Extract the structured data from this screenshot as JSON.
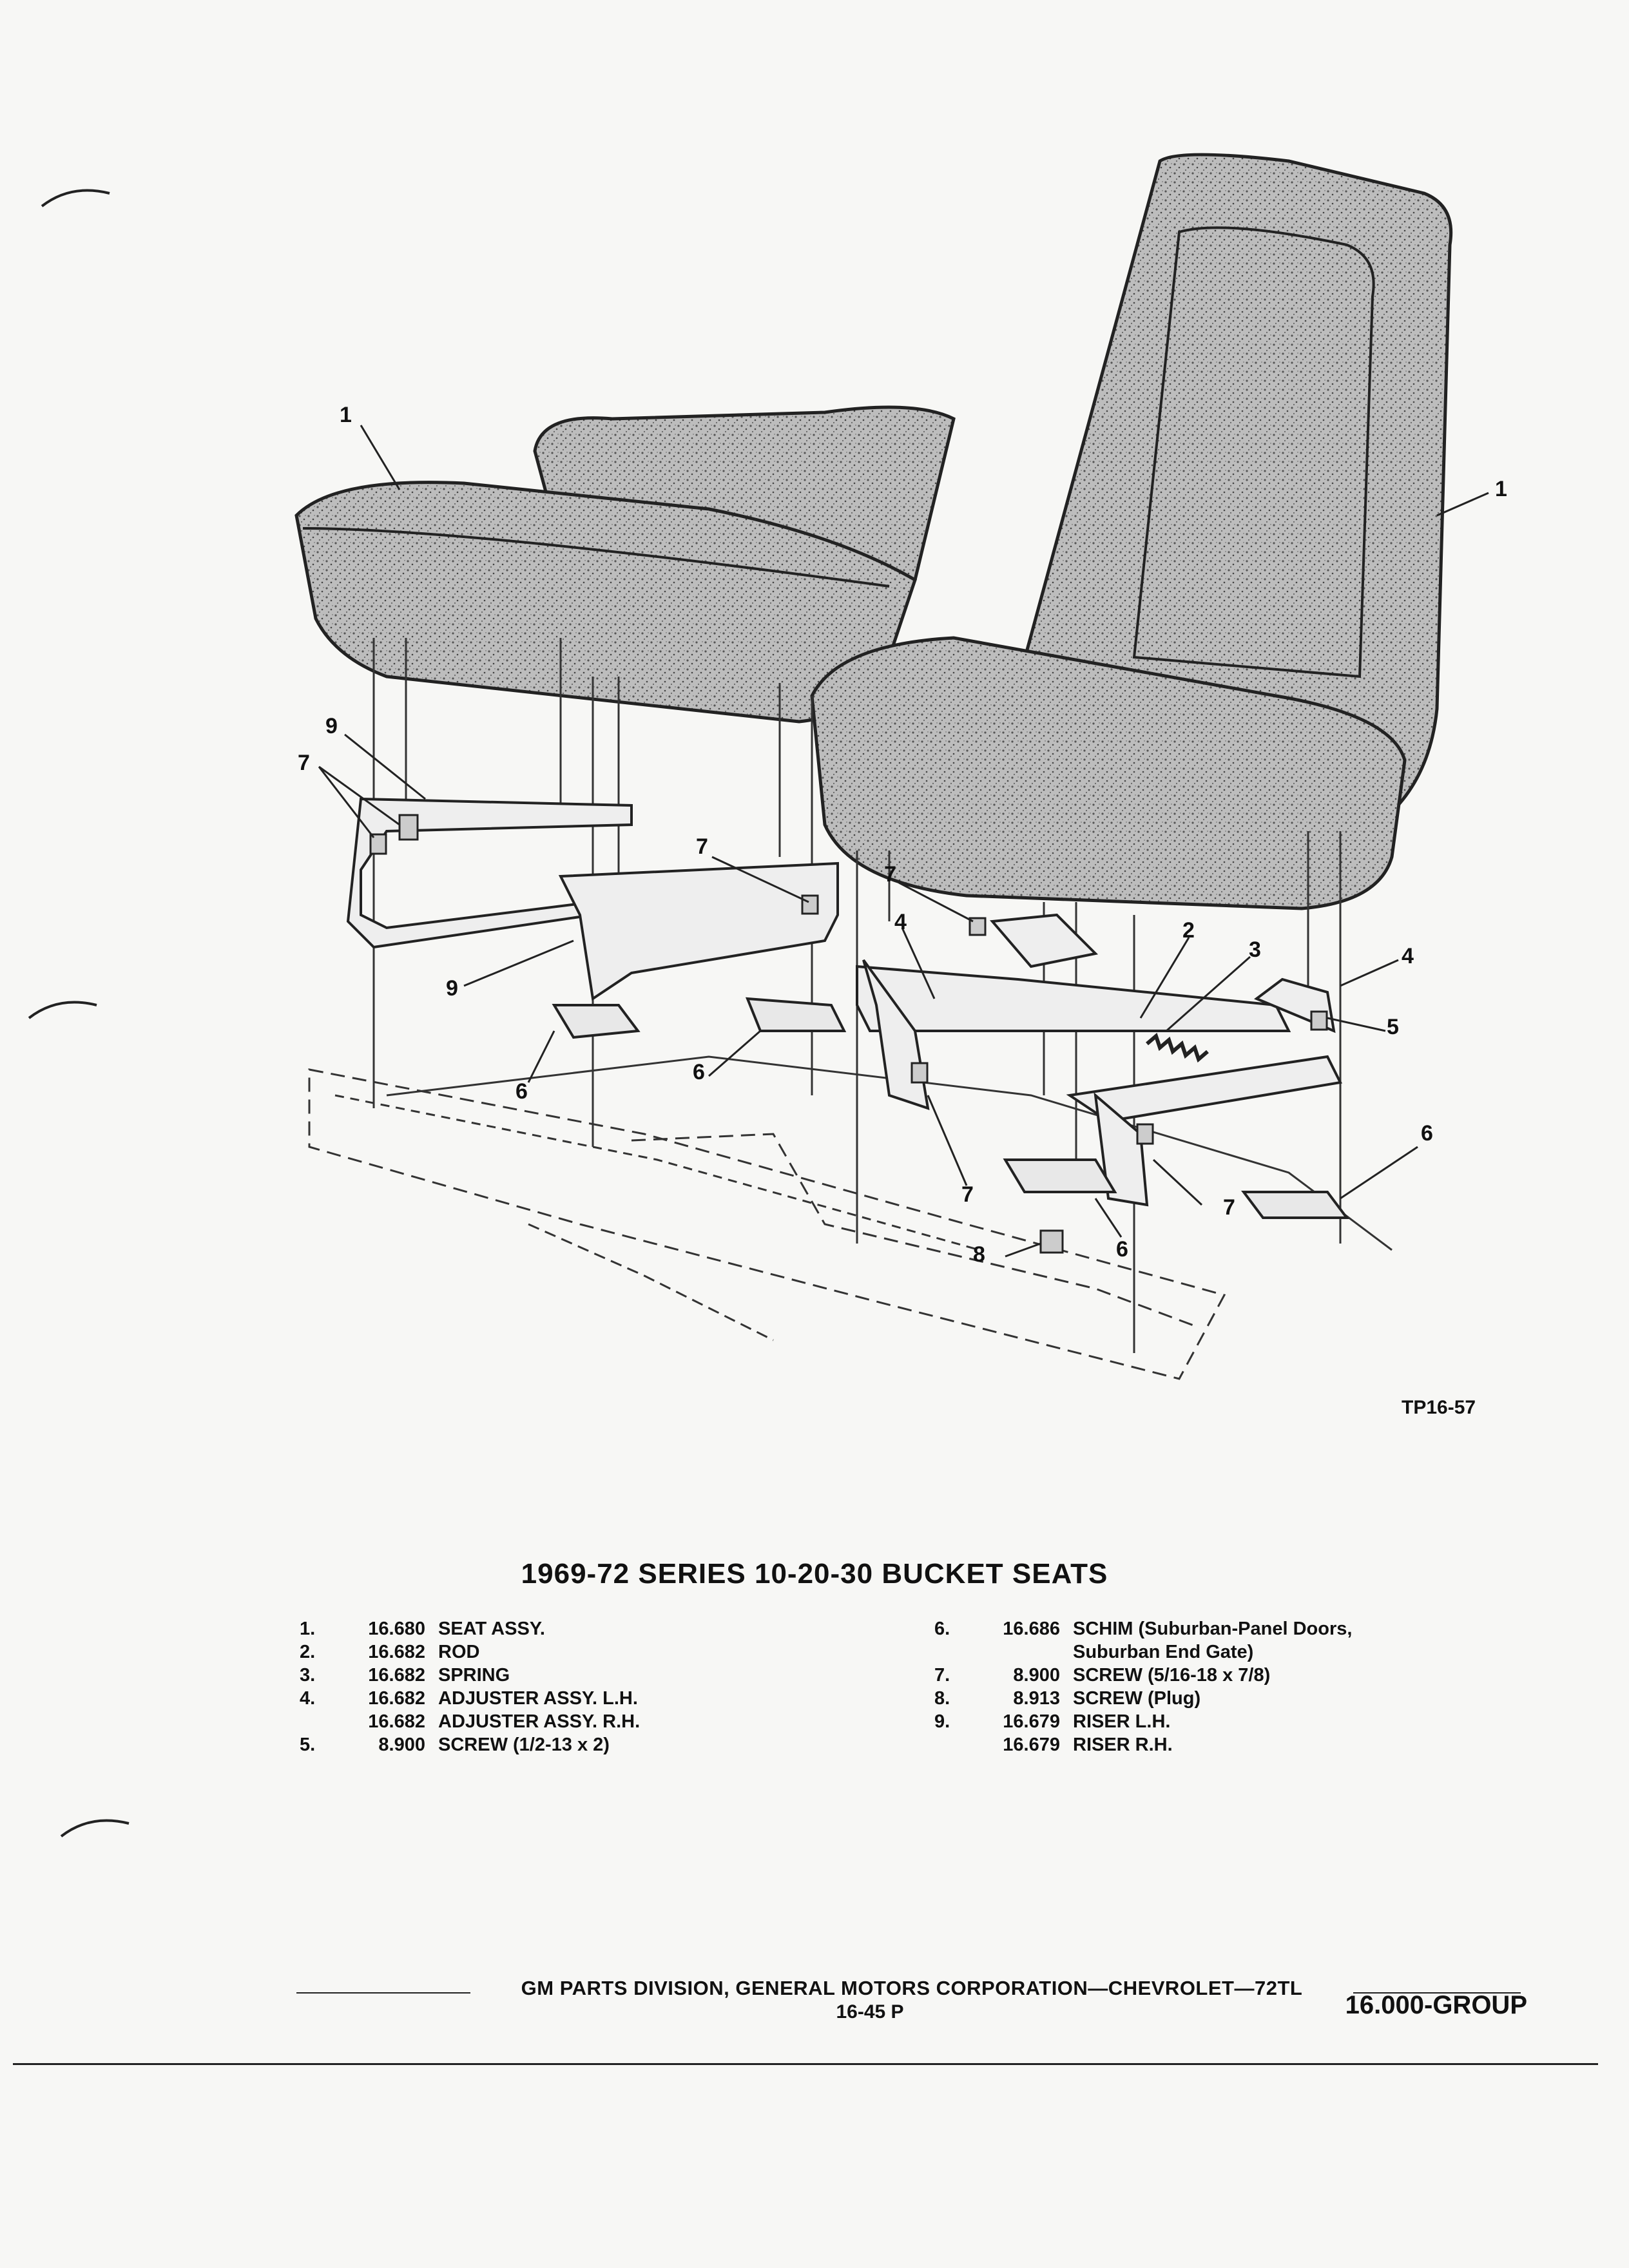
{
  "figure_id": "TP16-57",
  "title": "1969-72 SERIES 10-20-30 BUCKET SEATS",
  "callouts": [
    "1",
    "1",
    "9",
    "7",
    "7",
    "7",
    "2",
    "3",
    "4",
    "4",
    "5",
    "9",
    "6",
    "6",
    "7",
    "6",
    "7",
    "8",
    "6"
  ],
  "parts_left": [
    {
      "num": "1.",
      "code": "16.680",
      "desc": "SEAT ASSY."
    },
    {
      "num": "2.",
      "code": "16.682",
      "desc": "ROD"
    },
    {
      "num": "3.",
      "code": "16.682",
      "desc": "SPRING"
    },
    {
      "num": "4.",
      "code": "16.682",
      "desc": "ADJUSTER ASSY. L.H."
    },
    {
      "num": "",
      "code": "16.682",
      "desc": "ADJUSTER ASSY. R.H."
    },
    {
      "num": "5.",
      "code": "8.900",
      "desc": "SCREW (1/2-13 x 2)"
    }
  ],
  "parts_right": [
    {
      "num": "6.",
      "code": "16.686",
      "desc": "SCHIM (Suburban-Panel Doors,"
    },
    {
      "num": "",
      "code": "",
      "desc": "Suburban End Gate)"
    },
    {
      "num": "7.",
      "code": "8.900",
      "desc": "SCREW (5/16-18 x 7/8)"
    },
    {
      "num": "8.",
      "code": "8.913",
      "desc": "SCREW (Plug)"
    },
    {
      "num": "9.",
      "code": "16.679",
      "desc": "RISER L.H."
    },
    {
      "num": "",
      "code": "16.679",
      "desc": "RISER R.H."
    }
  ],
  "footer": {
    "text": "GM PARTS DIVISION, GENERAL MOTORS CORPORATION—CHEVROLET—72TL",
    "page_number": "16-45 P",
    "group": "16.000-GROUP"
  }
}
